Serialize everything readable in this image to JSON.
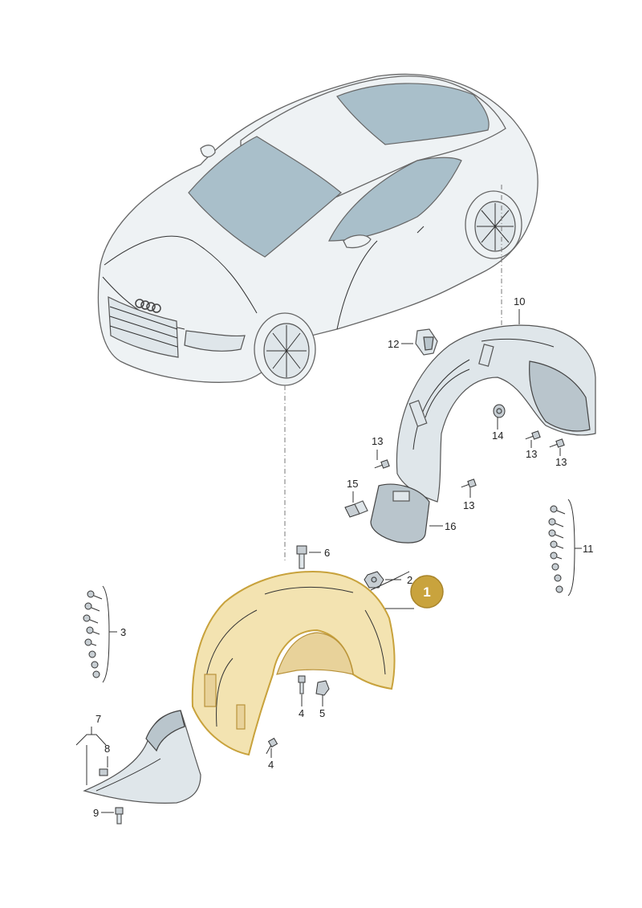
{
  "labels": {
    "l1": "1",
    "l2": "2",
    "l3": "3",
    "l4a": "4",
    "l4b": "4",
    "l5": "5",
    "l6": "6",
    "l7": "7",
    "l8": "8",
    "l9": "9",
    "l10": "10",
    "l11": "11",
    "l12": "12",
    "l13a": "13",
    "l13b": "13",
    "l13c": "13",
    "l13d": "13",
    "l14": "14",
    "l15": "15",
    "l16": "16"
  },
  "colors": {
    "highlight": "#c9a33d",
    "callout_fill": "#c9a33d",
    "glass": "#a9bfca",
    "part_fill": "#dfe6ea"
  }
}
